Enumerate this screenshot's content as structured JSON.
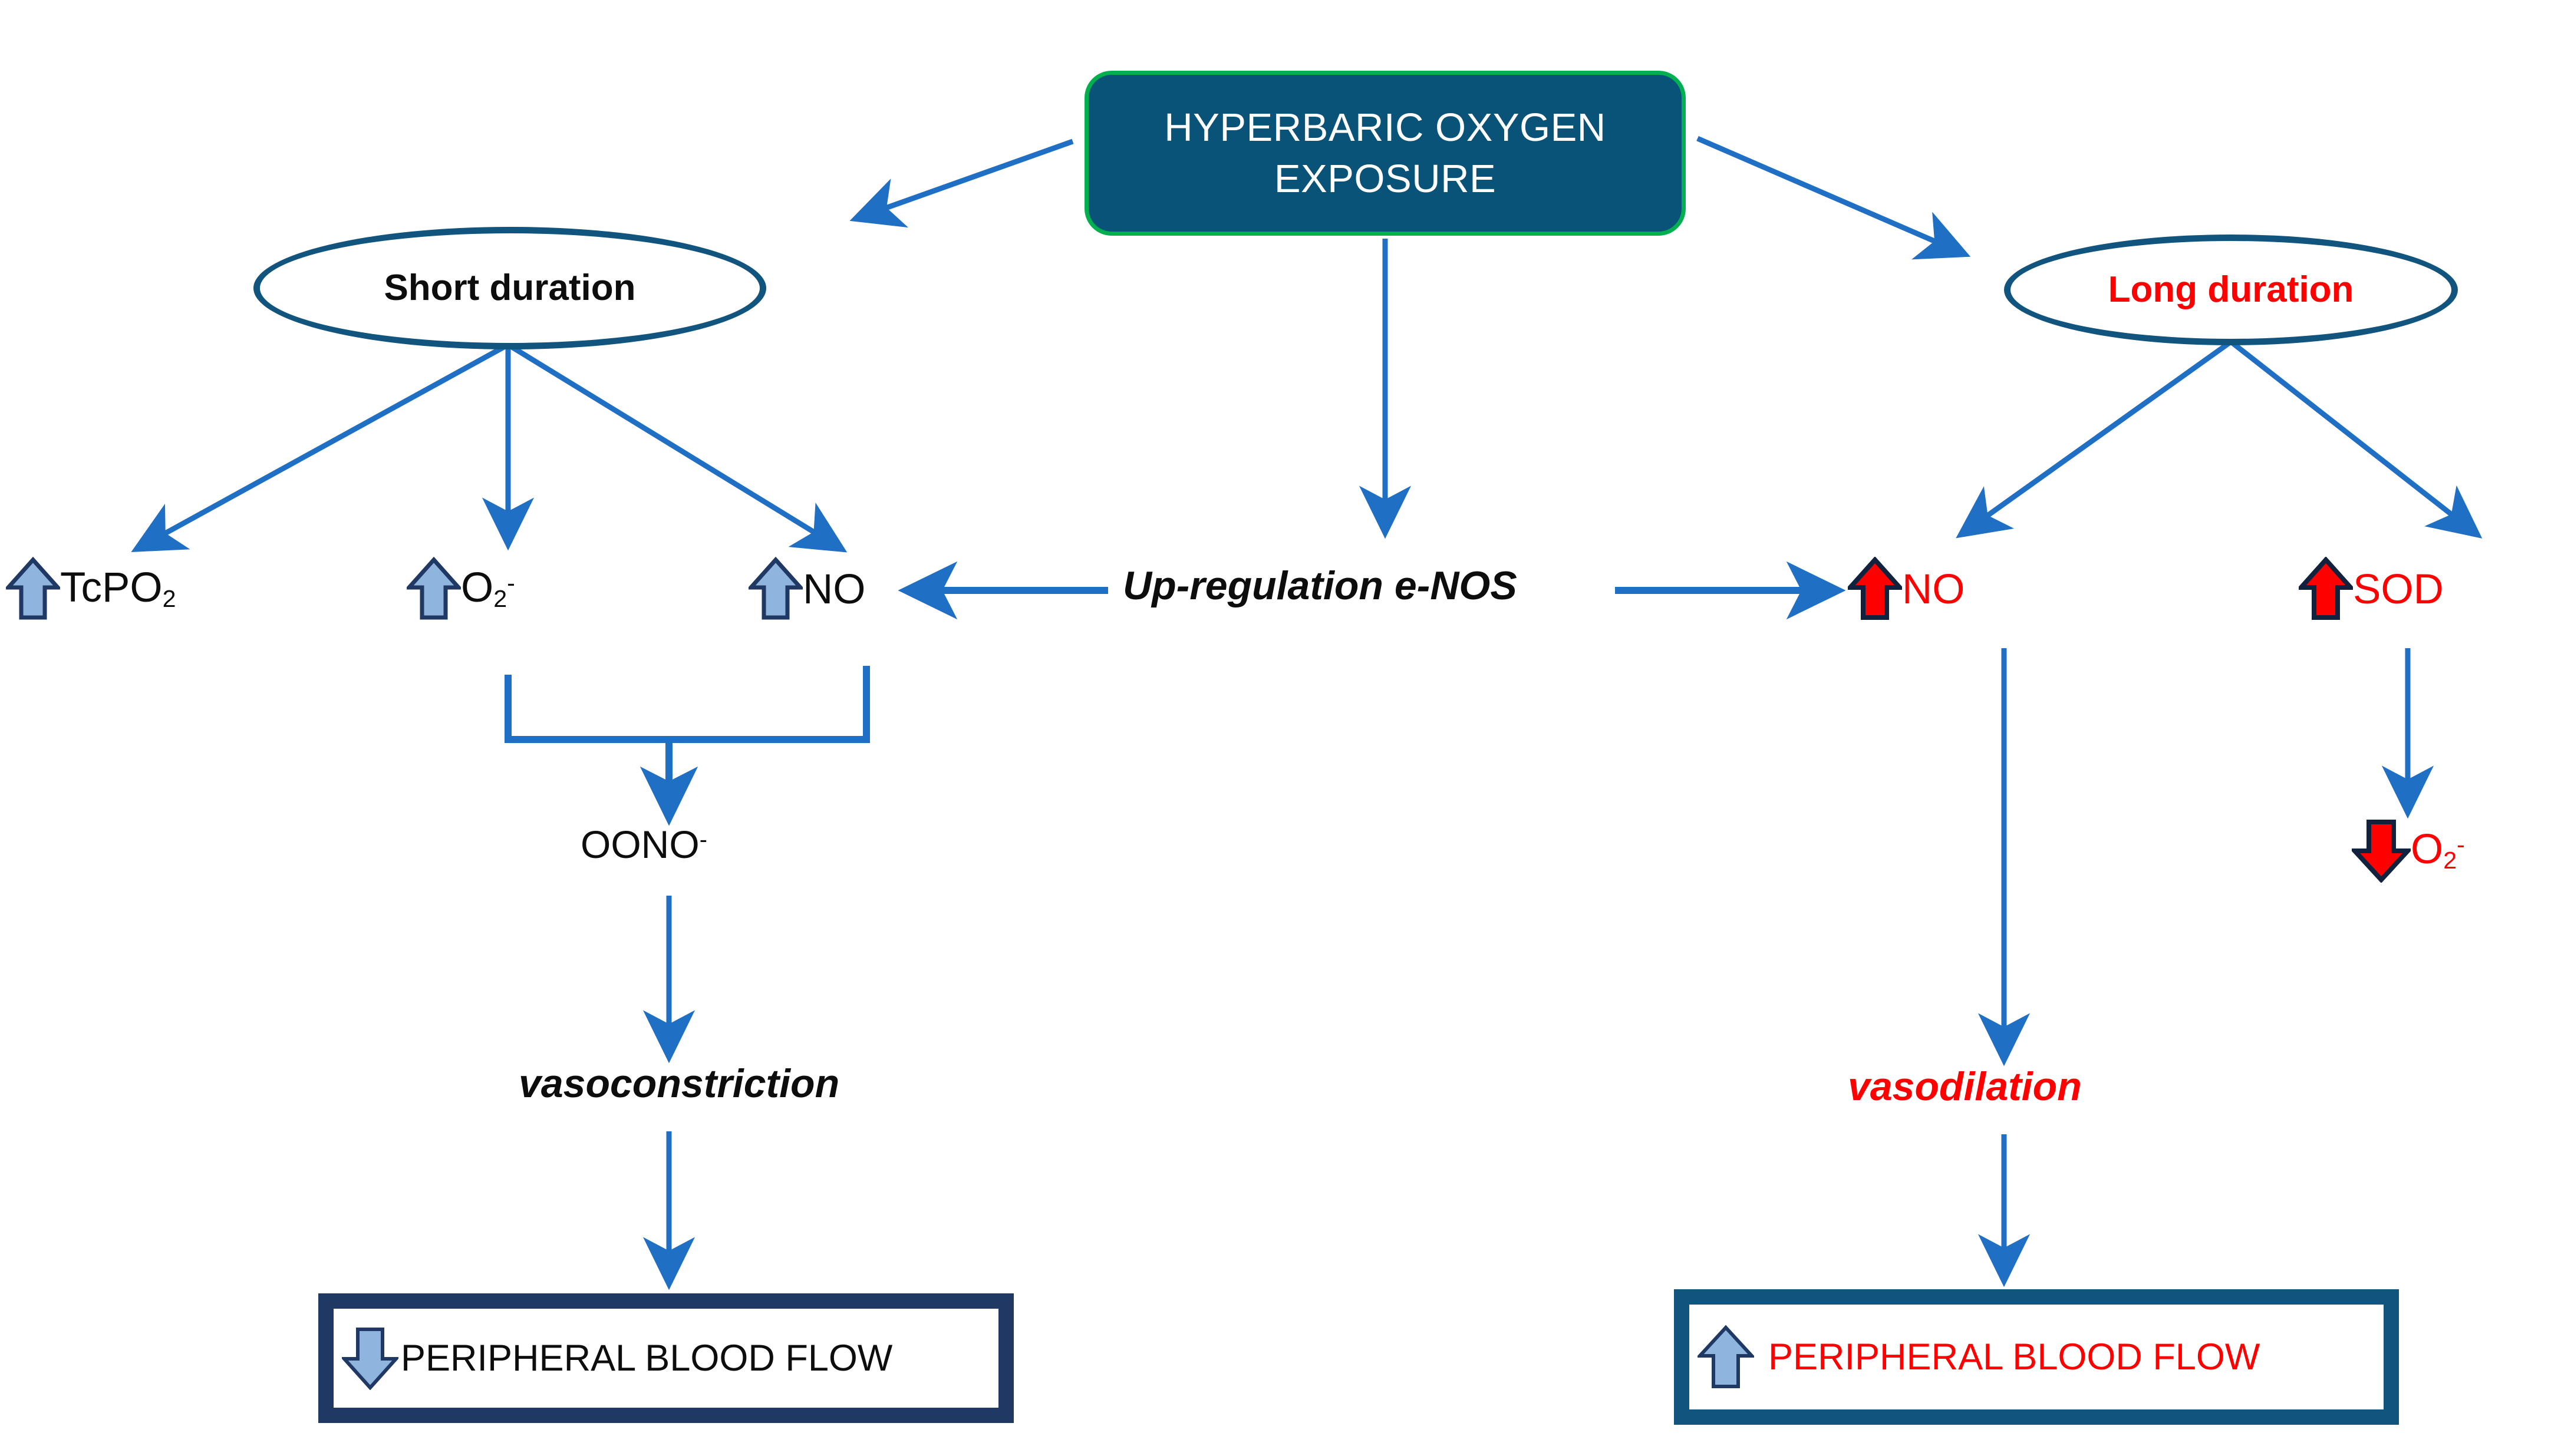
{
  "diagram": {
    "title": "Hyperbaric oxygen exposure peripheral blood flow pathway",
    "colors": {
      "box_fill": "#0A5378",
      "box_border": "#00B04F",
      "ellipse_border": "#11557F",
      "connector_blue": "#1F6FC4",
      "accent_red": "#FF0000",
      "arrow_blue_fill": "#8FB4DE",
      "arrow_blue_border": "#1F3864",
      "arrow_red_fill": "#FF0000",
      "arrow_red_border": "#11223F",
      "outcome_left_border": "#1F3864",
      "outcome_right_border": "#11557F",
      "text_black": "#0D0D0D",
      "text_white": "#FFFFFF"
    },
    "root": {
      "label_line1": "HYPERBARIC OXYGEN",
      "label_line2": "EXPOSURE"
    },
    "branches": {
      "short": {
        "label": "Short duration"
      },
      "long": {
        "label": "Long duration"
      }
    },
    "left_nodes": [
      {
        "name": "tcpo2",
        "arrow": "up-arrow-blue-icon",
        "base": "TcPO",
        "sub": "2",
        "sup": ""
      },
      {
        "name": "superoxide",
        "arrow": "up-arrow-blue-icon",
        "base": "O",
        "sub": "2",
        "sup": "-"
      },
      {
        "name": "nitric-oxide",
        "arrow": "up-arrow-blue-icon",
        "base": "NO",
        "sub": "",
        "sup": ""
      }
    ],
    "right_nodes": [
      {
        "name": "nitric-oxide",
        "arrow": "up-arrow-red-icon",
        "base": "NO",
        "sub": "",
        "sup": ""
      },
      {
        "name": "sod",
        "arrow": "up-arrow-red-icon",
        "base": "SOD",
        "sub": "",
        "sup": ""
      },
      {
        "name": "superoxide",
        "arrow": "down-arrow-red-icon",
        "base": "O",
        "sub": "2",
        "sup": "-"
      }
    ],
    "center": {
      "enos_label": "Up-regulation e-NOS"
    },
    "left_chain": {
      "peroxynitrite": "OONO",
      "peroxynitrite_sup": "-",
      "effect": "vasoconstriction"
    },
    "right_chain": {
      "effect": "vasodilation"
    },
    "outcomes": {
      "left": {
        "arrow": "down-arrow-blue-icon",
        "label": "PERIPHERAL BLOOD FLOW"
      },
      "right": {
        "arrow": "up-arrow-blue-icon",
        "label": "PERIPHERAL BLOOD FLOW"
      }
    }
  }
}
